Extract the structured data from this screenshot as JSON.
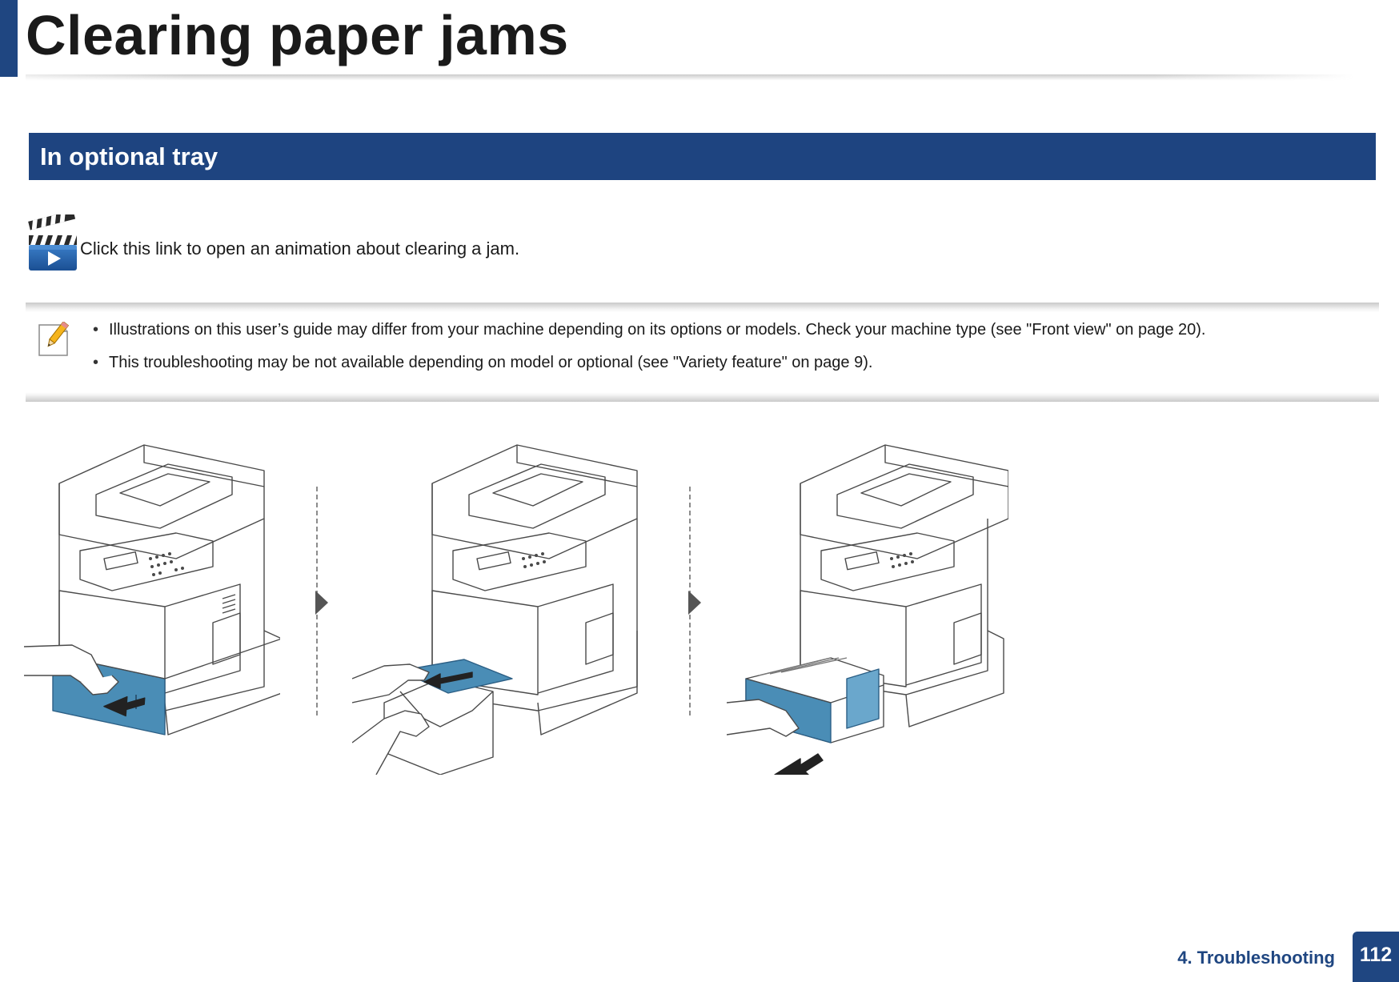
{
  "header": {
    "title": "Clearing paper jams"
  },
  "section": {
    "number": "",
    "title": "In optional tray"
  },
  "animation": {
    "icon": "video-clapper-play-icon",
    "link_text": "Click this link to open an animation about clearing a jam."
  },
  "note": {
    "icon": "pencil-note-icon",
    "items": [
      "Illustrations on this user’s guide may differ from your machine depending on its options or models. Check your machine type (see \"Front view\" on page 20).",
      "This troubleshooting may be not available depending on model or optional (see \"Variety feature\" on page 9)."
    ]
  },
  "illustrations": [
    {
      "name": "pull-out-optional-tray",
      "icon": "printer-tray-pull-illustration"
    },
    {
      "name": "remove-jammed-paper",
      "icon": "printer-remove-paper-illustration"
    },
    {
      "name": "insert-tray-back",
      "icon": "printer-tray-insert-illustration"
    }
  ],
  "colors": {
    "accent": "#1f4681",
    "tray_highlight": "#4a8db6"
  },
  "footer": {
    "chapter": "4.  Troubleshooting",
    "page": "112"
  }
}
